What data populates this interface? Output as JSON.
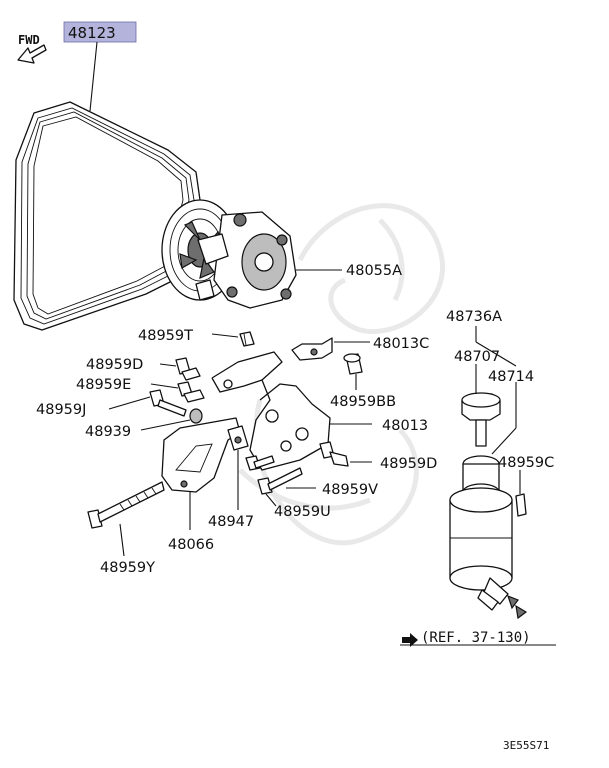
{
  "header": {
    "fwd_label": "FWD",
    "highlighted_part": "48123",
    "highlight_color": "#b3b3dc"
  },
  "parts": {
    "p48055A": "48055A",
    "p48959T": "48959T",
    "p48013C": "48013C",
    "p48959D_top": "48959D",
    "p48959E": "48959E",
    "p48959J": "48959J",
    "p48959BB": "48959BB",
    "p48939": "48939",
    "p48013": "48013",
    "p48959D_right": "48959D",
    "p48959V": "48959V",
    "p48947": "48947",
    "p48959U": "48959U",
    "p48066": "48066",
    "p48959Y": "48959Y",
    "p48736A": "48736A",
    "p48707": "48707",
    "p48714": "48714",
    "p48959C": "48959C"
  },
  "reference": "(REF. 37-130)",
  "diagram_code": "3E55S71"
}
